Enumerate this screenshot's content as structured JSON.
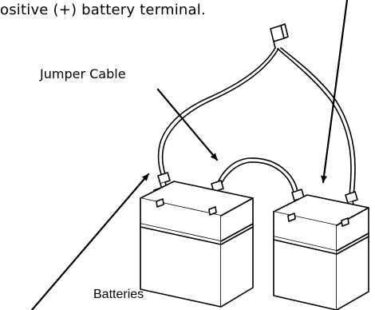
{
  "caption": {
    "text": "ositive (+) battery terminal."
  },
  "labels": {
    "jumper_cable": "Jumper Cable",
    "batteries": "Batteries"
  },
  "colors": {
    "line": "#000000",
    "background": "#ffffff"
  }
}
